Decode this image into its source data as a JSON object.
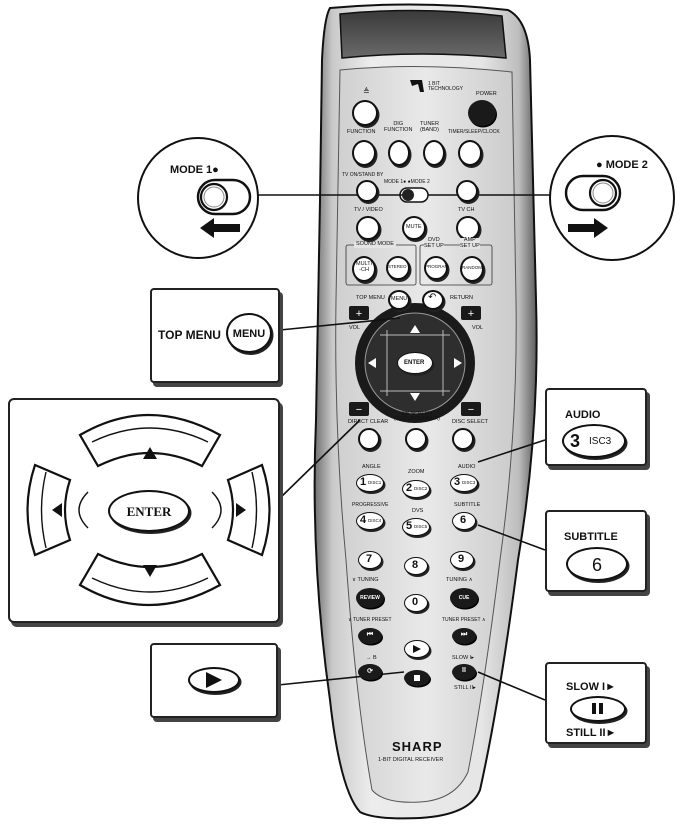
{
  "remote": {
    "logo": "1 BIT TECHNOLOGY",
    "brand": "SHARP",
    "model": "1-BIT DIGITAL RECEIVER"
  },
  "labels": {
    "eject": "≜",
    "power": "POWER",
    "function": "FUNCTION",
    "dig_function": "DIG\nFUNCTION",
    "tuner_band": "TUNER\n(BAND)",
    "timer": "TIMER/SLEEP/CLOCK",
    "tv_on": "TV ON/STAND BY",
    "mode_switch": "MODE 1● ●MODE 2",
    "tv_video": "TV / VIDEO",
    "mute": "MUTE",
    "tv_ch": "TV CH",
    "sound_mode": "SOUND MODE",
    "dvd_setup": "DVD\nSET UP",
    "amp_setup": "AMP\nSET UP",
    "multi_ch": "MULTI\n-CH",
    "stereo": "STEREO",
    "program": "PROGRAM",
    "random": "RANDOM",
    "top_menu": "TOP MENU",
    "menu": "MENU",
    "return": "RETURN",
    "vol_left": "VOL",
    "vol_right": "VOL",
    "enter": "ENTER",
    "on_screen": "ON SCREEN\n(DISPLAY/DIMMER)",
    "direct_clear": "DIRECT CLEAR",
    "disc_select": "DISC SELECT",
    "angle": "ANGLE",
    "zoom": "ZOOM",
    "audio": "AUDIO",
    "progressive": "PROGRESSIVE",
    "dvs": "DVS",
    "subtitle": "SUBTITLE",
    "n1": "1",
    "n2": "2",
    "n3": "3",
    "n4": "4",
    "n5": "5",
    "n6": "6",
    "n7": "7",
    "n8": "8",
    "n9": "9",
    "n0": "0",
    "disc1": "DISC1",
    "disc2": "DISC2",
    "disc3": "DISC3",
    "disc4": "DISC4",
    "disc5": "DISC5",
    "tuning_down": "∨ TUNING",
    "tuning_up": "TUNING ∧",
    "review": "REVIEW",
    "cue": "CUE",
    "tuner_preset_down": "∨ TUNER PRESET",
    "tuner_preset_up": "TUNER PRESET ∧",
    "a_b": "→ B",
    "slow": "SLOW I▸",
    "still": "STILL II▸"
  },
  "callouts": {
    "mode1": "MODE 1●",
    "mode2": "● MODE 2",
    "top_menu": "TOP MENU",
    "menu": "MENU",
    "enter": "ENTER",
    "audio": "AUDIO",
    "audio_num": "3",
    "audio_disc": "ISC3",
    "subtitle": "SUBTITLE",
    "subtitle_num": "6",
    "slow": "SLOW I►",
    "still": "STILL II►"
  }
}
